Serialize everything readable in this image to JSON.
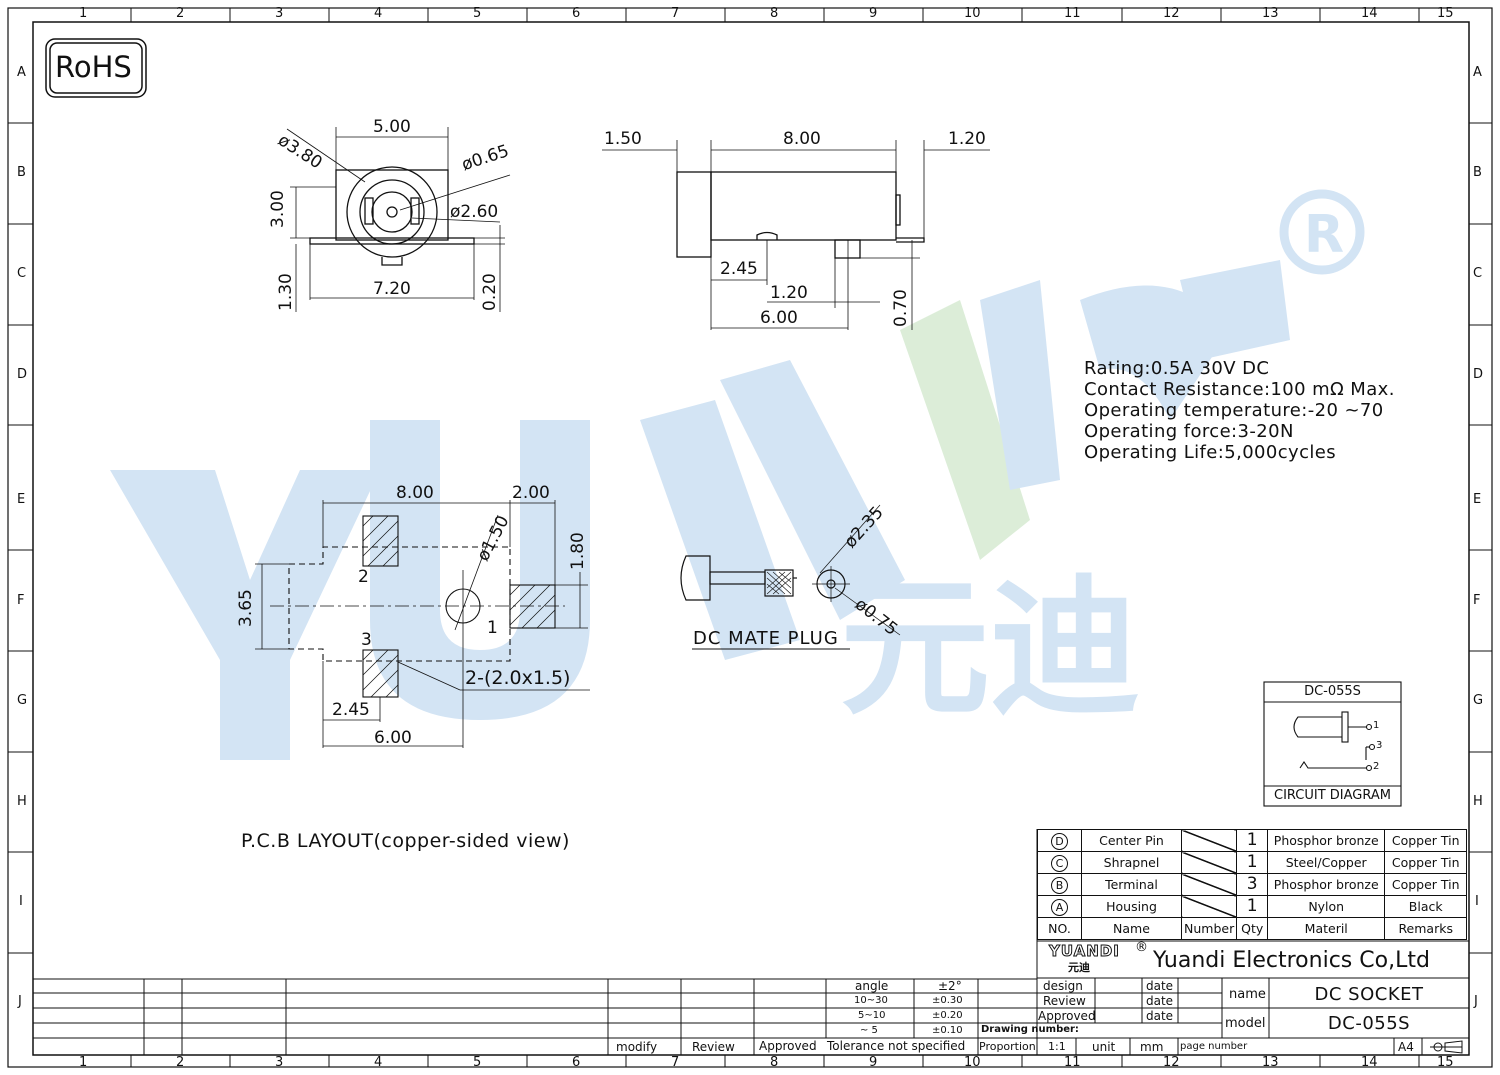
{
  "badge": "RoHS",
  "ruler": {
    "cols": [
      "1",
      "2",
      "3",
      "4",
      "5",
      "6",
      "7",
      "8",
      "9",
      "10",
      "11",
      "12",
      "13",
      "14",
      "15"
    ],
    "rows": [
      "A",
      "B",
      "C",
      "D",
      "E",
      "F",
      "G",
      "H",
      "I",
      "J"
    ]
  },
  "dims": {
    "front_top": "5.00",
    "front_d380": "ø3.80",
    "front_d065": "ø0.65",
    "front_d260": "ø2.60",
    "front_300": "3.00",
    "front_130": "1.30",
    "front_720": "7.20",
    "front_020": "0.20",
    "side_150": "1.50",
    "side_800": "8.00",
    "side_120a": "1.20",
    "side_245": "2.45",
    "side_120b": "1.20",
    "side_600": "6.00",
    "side_070": "0.70",
    "pcb_800": "8.00",
    "pcb_200": "2.00",
    "pcb_d150": "ø1.50",
    "pcb_180": "1.80",
    "pcb_365": "3.65",
    "pcb_pad2": "2",
    "pcb_pad1": "1",
    "pcb_pad3": "3",
    "pcb_slot": "2-(2.0x1.5)",
    "pcb_245": "2.45",
    "pcb_600": "6.00",
    "plug_d235": "ø2.35",
    "plug_d075": "ø0.75"
  },
  "plug_label": "DC MATE PLUG",
  "pcb_label": "P.C.B LAYOUT(copper-sided view)",
  "specs": [
    "Rating:0.5A 30V DC",
    "Contact Resistance:100 mΩ Max.",
    "Operating temperature:-20 ~70",
    "Operating force:3-20N",
    "Operating Life:5,000cycles"
  ],
  "circuit": {
    "title": "DC-055S",
    "pin1": "1",
    "pin3": "3",
    "pin2": "2",
    "caption": "CIRCUIT DIAGRAM"
  },
  "bom": {
    "rows": [
      {
        "no": "D",
        "name": "Center Pin",
        "qty": "1",
        "material": "Phosphor bronze",
        "remarks": "Copper Tin"
      },
      {
        "no": "C",
        "name": "Shrapnel",
        "qty": "1",
        "material": "Steel/Copper",
        "remarks": "Copper Tin"
      },
      {
        "no": "B",
        "name": "Terminal",
        "qty": "3",
        "material": "Phosphor bronze",
        "remarks": "Copper Tin"
      },
      {
        "no": "A",
        "name": "Housing",
        "qty": "1",
        "material": "Nylon",
        "remarks": "Black"
      }
    ],
    "header": {
      "no": "NO.",
      "name": "Name",
      "number": "Number",
      "qty": "Qty",
      "material": "Materil",
      "remarks": "Remarks"
    }
  },
  "company": {
    "logo_text": "YUANDI",
    "logo_cn": "元迪",
    "name": "Yuandi Electronics Co,Ltd"
  },
  "title_block": {
    "angle": "angle",
    "angle_tol": "±2°",
    "r1": "10~30",
    "r1_tol": "±0.30",
    "r2": "5~10",
    "r2_tol": "±0.20",
    "r3": "~ 5",
    "r3_tol": "±0.10",
    "tolerance_note": "Tolerance not specified",
    "modify": "modify",
    "review": "Review",
    "approved": "Approved",
    "design": "design",
    "review2": "Review",
    "approved2": "Approved",
    "date": "date",
    "drawing_number": "Drawing number:",
    "proportion": "Proportion",
    "scale": "1:1",
    "unit": "unit",
    "unit_val": "mm",
    "page_number": "page number",
    "name_label": "name",
    "name_val": "DC SOCKET",
    "model_label": "model",
    "model_val": "DC-055S",
    "paper": "A4"
  },
  "watermark": {
    "text": "YUANDI",
    "cn": "元迪",
    "reg": "®"
  },
  "colors": {
    "watermark_blue": "#cfe2f3",
    "watermark_green": "#d9ecd6",
    "line": "#111111"
  }
}
